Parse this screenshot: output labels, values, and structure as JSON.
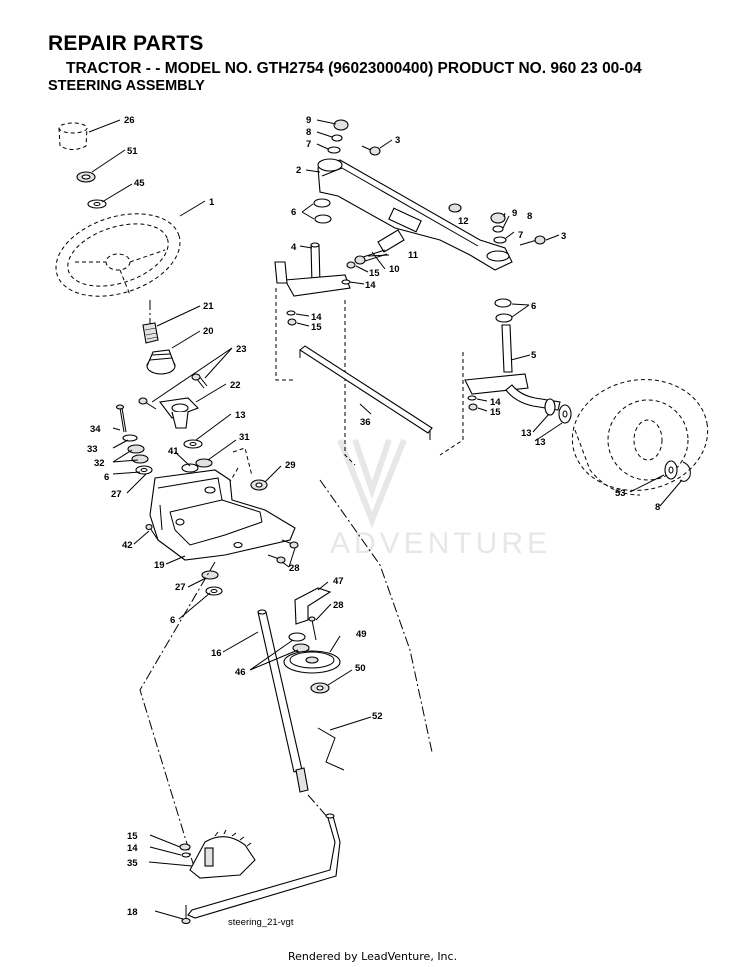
{
  "header": {
    "title": "REPAIR PARTS",
    "subtitle": "TRACTOR - - MODEL NO. GTH2754 (96023000400) PRODUCT NO. 960 23 00-04",
    "section": "STEERING ASSEMBLY"
  },
  "watermark": "ADVENTURE",
  "drawing_ref": "steering_21-vgt",
  "footer": "Rendered by LeadVenture, Inc.",
  "callouts": {
    "c26": "26",
    "c51": "51",
    "c45": "45",
    "c1": "1",
    "c21": "21",
    "c20": "20",
    "c23": "23",
    "c22": "22",
    "c34": "34",
    "c33": "33",
    "c32": "32",
    "c6a": "6",
    "c27a": "27",
    "c13a": "13",
    "c41": "41",
    "c31": "31",
    "c29": "29",
    "c42": "42",
    "c19": "19",
    "c28a": "28",
    "c27b": "27",
    "c6b": "6",
    "c47": "47",
    "c28b": "28",
    "c16": "16",
    "c49": "49",
    "c46": "46",
    "c50": "50",
    "c52": "52",
    "c15a": "15",
    "c14a": "14",
    "c35": "35",
    "c18": "18",
    "c9a": "9",
    "c8a": "8",
    "c7a": "7",
    "c3a": "3",
    "c2": "2",
    "c12": "12",
    "c9b": "9",
    "c8b": "8",
    "c7b": "7",
    "c3b": "3",
    "c6c": "6",
    "c4": "4",
    "c11": "11",
    "c10": "10",
    "c15b": "15",
    "c14b": "14",
    "c14c": "14",
    "c15c": "15",
    "c6d": "6",
    "c5": "5",
    "c14d": "14",
    "c15d": "15",
    "c36": "36",
    "c13b": "13",
    "c13c": "13",
    "c53": "53",
    "c8c": "8"
  }
}
